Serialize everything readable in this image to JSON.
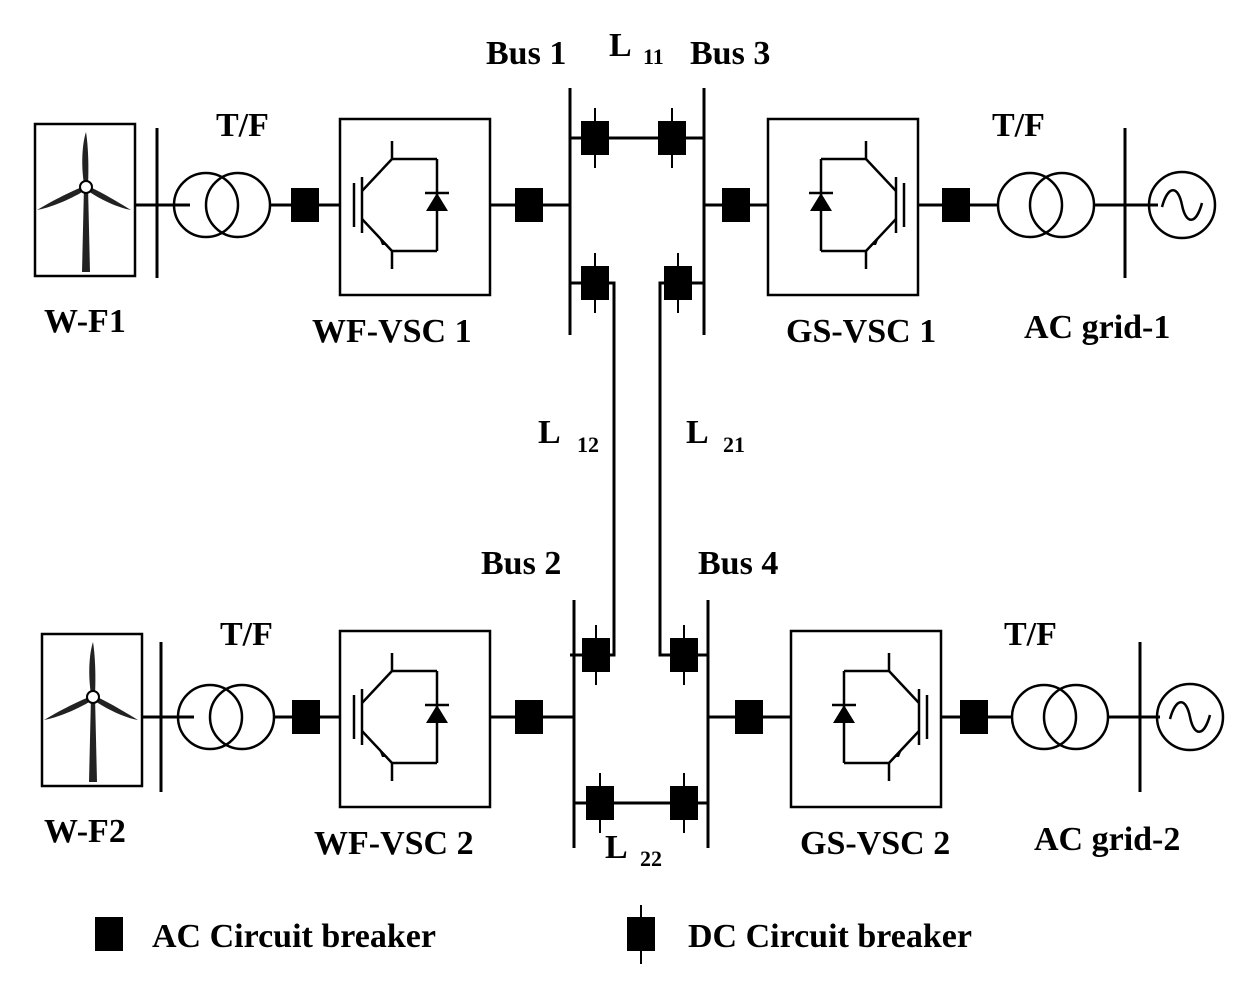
{
  "labels": {
    "bus1": "Bus 1",
    "bus2": "Bus 2",
    "bus3": "Bus 3",
    "bus4": "Bus 4",
    "l11_main": "L",
    "l11_sub": "11",
    "l12_main": "L",
    "l12_sub": "12",
    "l21_main": "L",
    "l21_sub": "21",
    "l22_main": "L",
    "l22_sub": "22",
    "tf1": "T/F",
    "tf2": "T/F",
    "tf3": "T/F",
    "tf4": "T/F",
    "wf1": "W-F1",
    "wf2": "W-F2",
    "wfvsc1": "WF-VSC 1",
    "wfvsc2": "WF-VSC 2",
    "gsvsc1": "GS-VSC 1",
    "gsvsc2": "GS-VSC 2",
    "acgrid1": "AC grid-1",
    "acgrid2": "AC grid-2"
  },
  "legend": {
    "ac_breaker": "AC Circuit breaker",
    "dc_breaker": "DC Circuit breaker"
  },
  "colors": {
    "line": "#000000",
    "background": "#ffffff",
    "turbine_blade": "#222222"
  }
}
